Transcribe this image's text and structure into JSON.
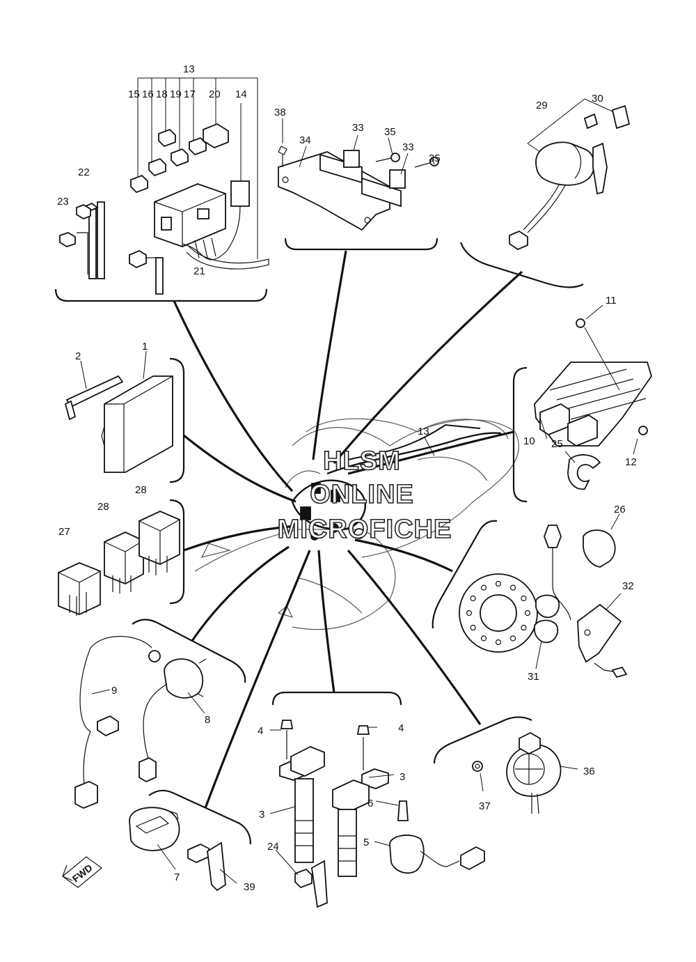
{
  "diagram": {
    "callouts": {
      "c1": "1",
      "c2": "2",
      "c3a": "3",
      "c3b": "3",
      "c4a": "4",
      "c4b": "4",
      "c5": "5",
      "c6": "6",
      "c7": "7",
      "c8": "8",
      "c9": "9",
      "c10": "10",
      "c11": "11",
      "c12": "12",
      "c13a": "13",
      "c13b": "13",
      "c14": "14",
      "c15": "15",
      "c16": "16",
      "c17": "17",
      "c18": "18",
      "c19": "19",
      "c20": "20",
      "c21": "21",
      "c22": "22",
      "c23": "23",
      "c24": "24",
      "c25": "25",
      "c26": "26",
      "c27": "27",
      "c28a": "28",
      "c28b": "28",
      "c29": "29",
      "c30": "30",
      "c31": "31",
      "c32": "32",
      "c33a": "33",
      "c33b": "33",
      "c34": "34",
      "c35a": "35",
      "c35b": "35",
      "c36": "36",
      "c37": "37",
      "c38": "38",
      "c39": "39"
    },
    "watermark": {
      "line1": "HLSM",
      "line2": "ONLINE",
      "line3": "MICROFICHE"
    },
    "fwd_label": "FWD",
    "colors": {
      "ink": "#111111",
      "background": "#ffffff"
    }
  }
}
